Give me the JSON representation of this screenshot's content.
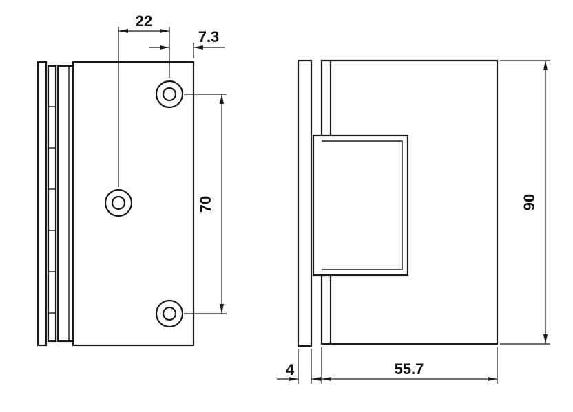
{
  "drawing": {
    "kind": "technical-drawing",
    "subject": "glass door hinge, two orthographic views",
    "background_color": "#ffffff",
    "line_color": "#1a1a1a",
    "dimensions": {
      "hole_offset_horizontal": "22",
      "hole_to_edge": "7.3",
      "hole_spacing_vertical": "70",
      "overall_height": "90",
      "plate_thickness": "4",
      "body_depth": "55.7"
    }
  }
}
